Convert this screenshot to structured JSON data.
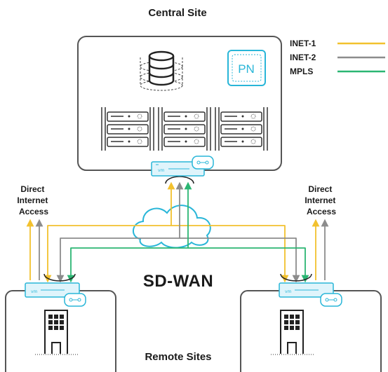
{
  "titles": {
    "central_site": "Central Site",
    "remote_sites": "Remote Sites",
    "sdwan": "SD-WAN",
    "pn_badge": "PN"
  },
  "dia": {
    "left": [
      "Direct",
      "Internet",
      "Access"
    ],
    "right": [
      "Direct",
      "Internet",
      "Access"
    ]
  },
  "legend": [
    {
      "name": "INET-1",
      "color": "#f2c12e"
    },
    {
      "name": "INET-2",
      "color": "#8c8c8c"
    },
    {
      "name": "MPLS",
      "color": "#2bb673"
    }
  ],
  "colors": {
    "inet1": "#f2c12e",
    "inet2": "#8c8c8c",
    "mpls": "#2bb673",
    "accent": "#29b6d8",
    "frame": "#555555"
  }
}
